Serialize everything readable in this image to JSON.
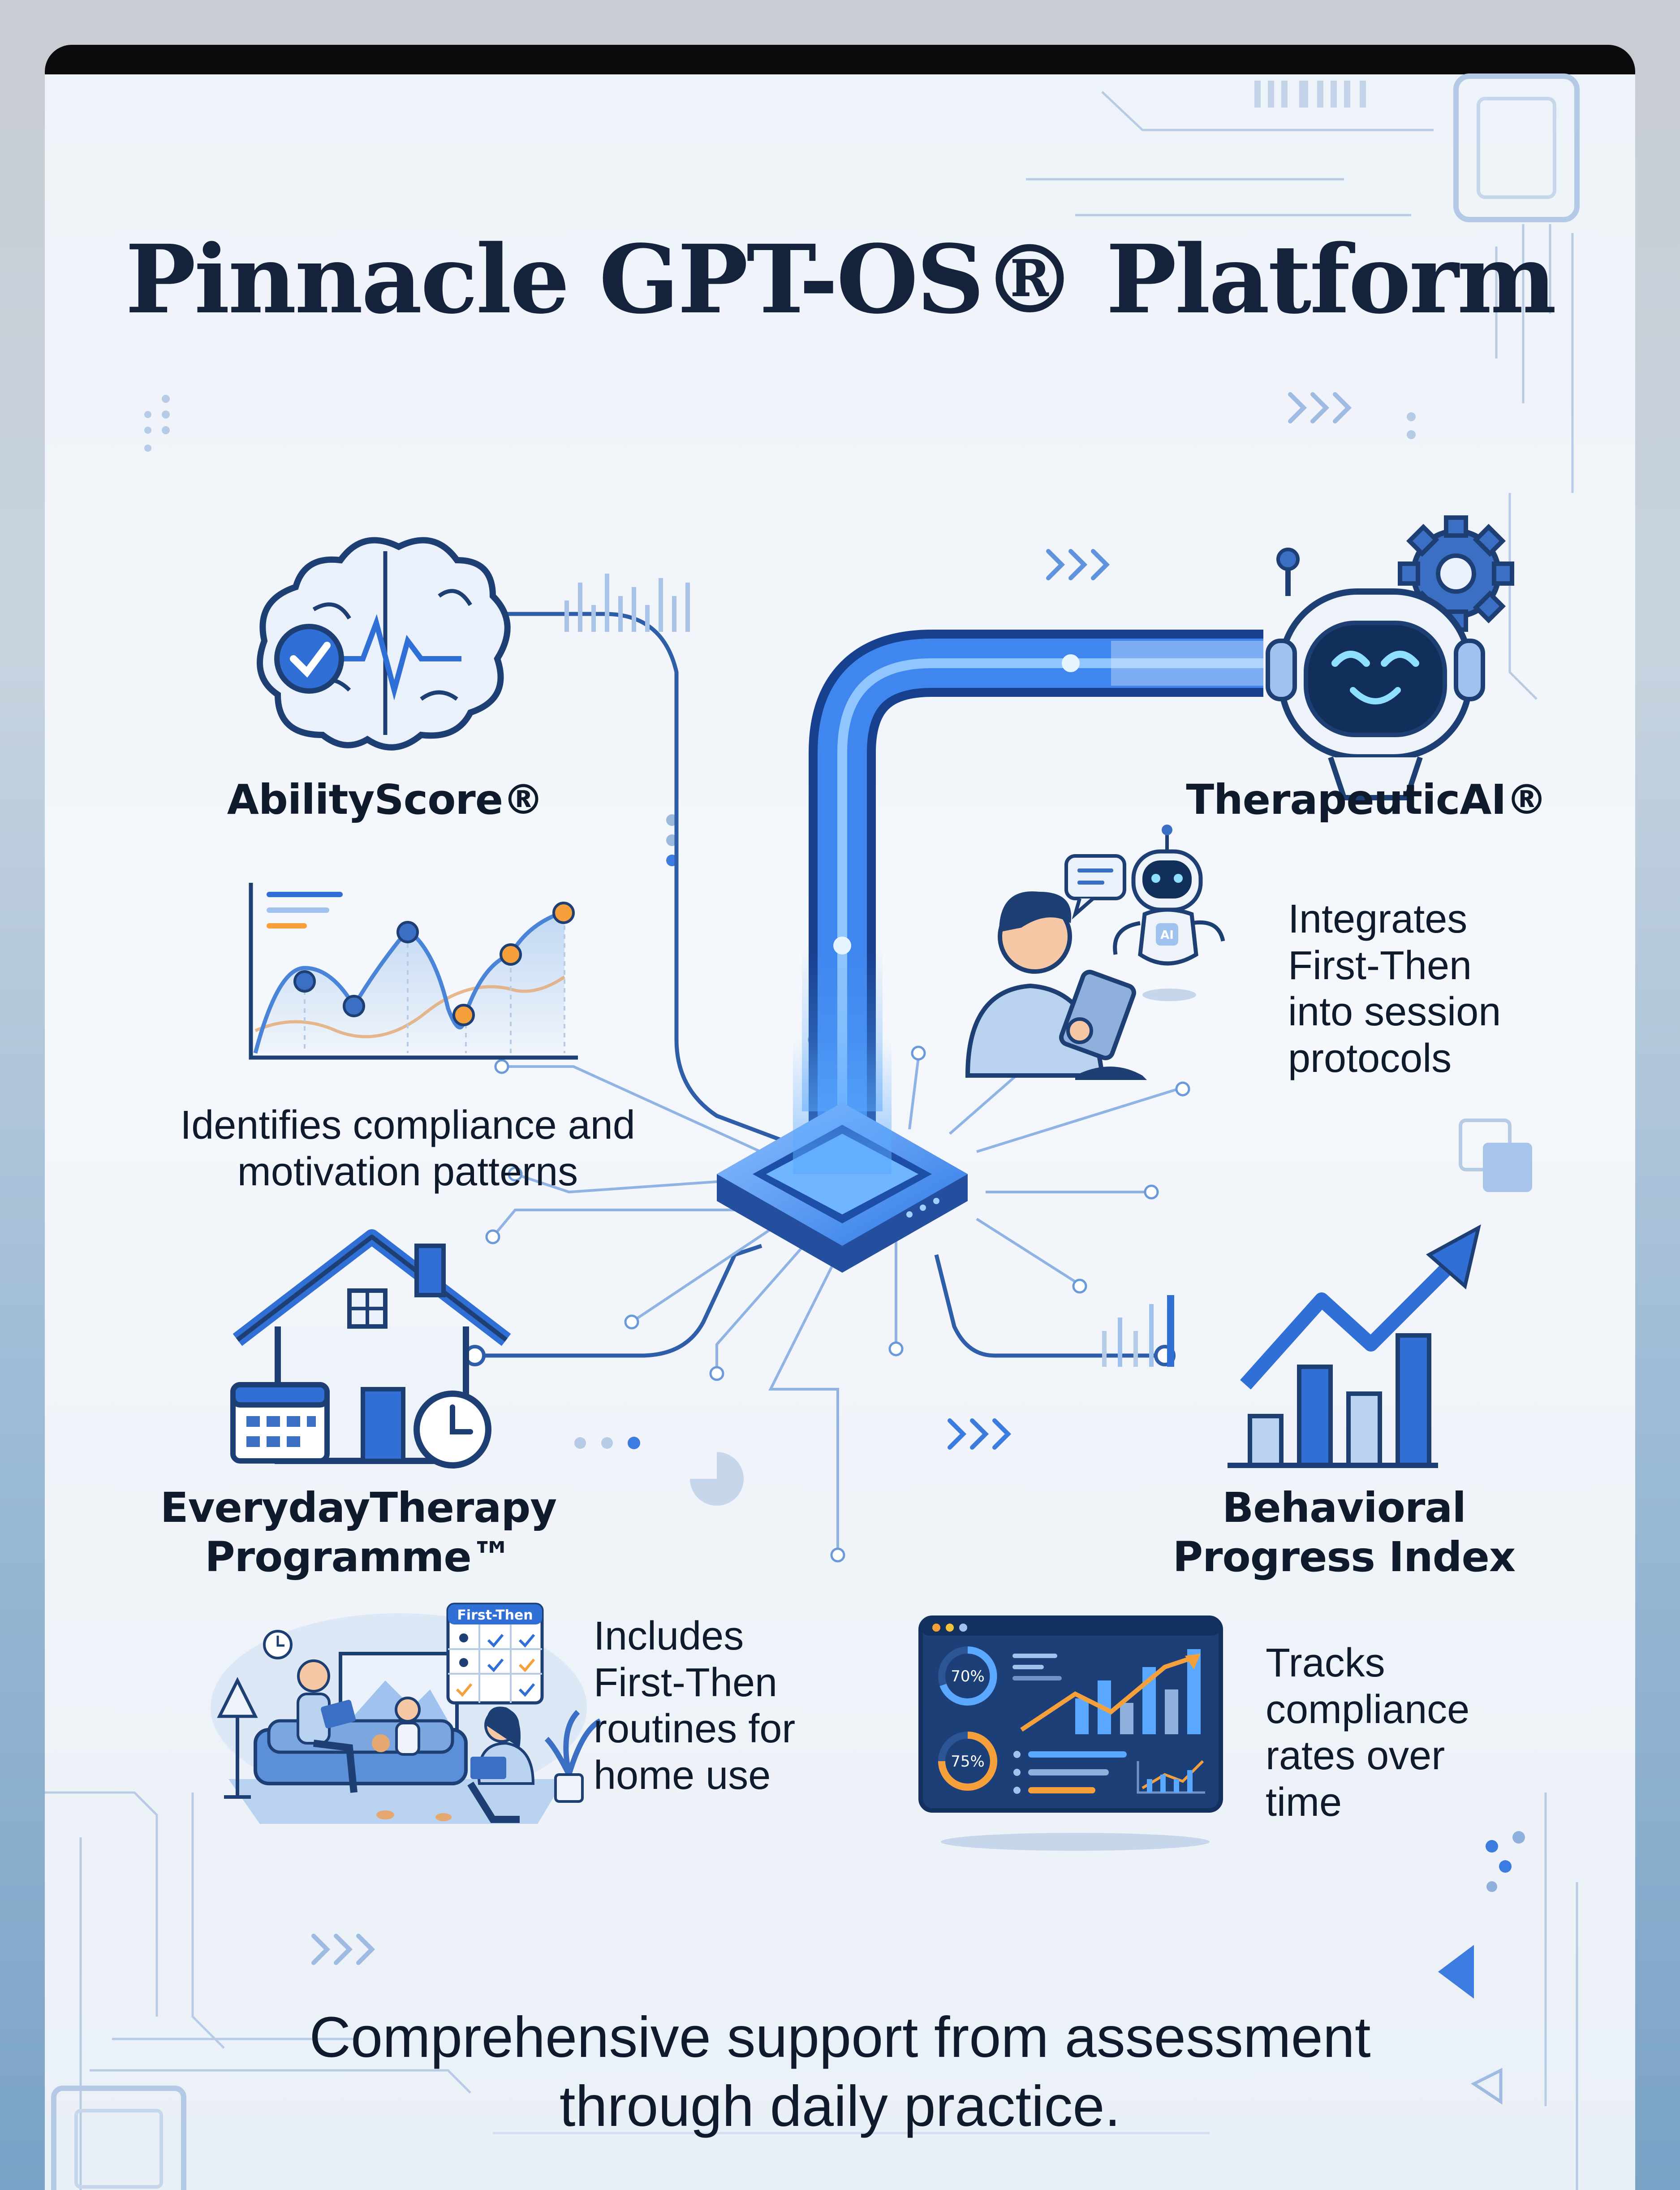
{
  "title": "Pinnacle GPT-OS® Platform",
  "modules": [
    {
      "name": "AbilityScore®",
      "description": "Identifies compliance and motivation patterns",
      "icon": "brain-heartbeat-icon"
    },
    {
      "name": "TherapeuticAI®",
      "description": "Integrates First-Then into session protocols",
      "icon": "robot-gear-icon"
    },
    {
      "name": "EverydayTherapy Programme™",
      "description": "Includes First-Then routines for home use",
      "icon": "house-calendar-clock-icon",
      "illustration_label": "First-Then"
    },
    {
      "name": "Behavioral Progress Index",
      "description": "Tracks compliance rates over time",
      "icon": "bar-chart-arrow-icon",
      "dashboard_values": [
        "70%",
        "75%"
      ]
    }
  ],
  "ai_badge": "AI",
  "footer": "Comprehensive support from assessment through daily practice.",
  "colors": {
    "primary": "#2f6fd6",
    "dark_navy": "#1d3f73",
    "accent_orange": "#f5a03a",
    "light_blue": "#9fc3ee"
  }
}
